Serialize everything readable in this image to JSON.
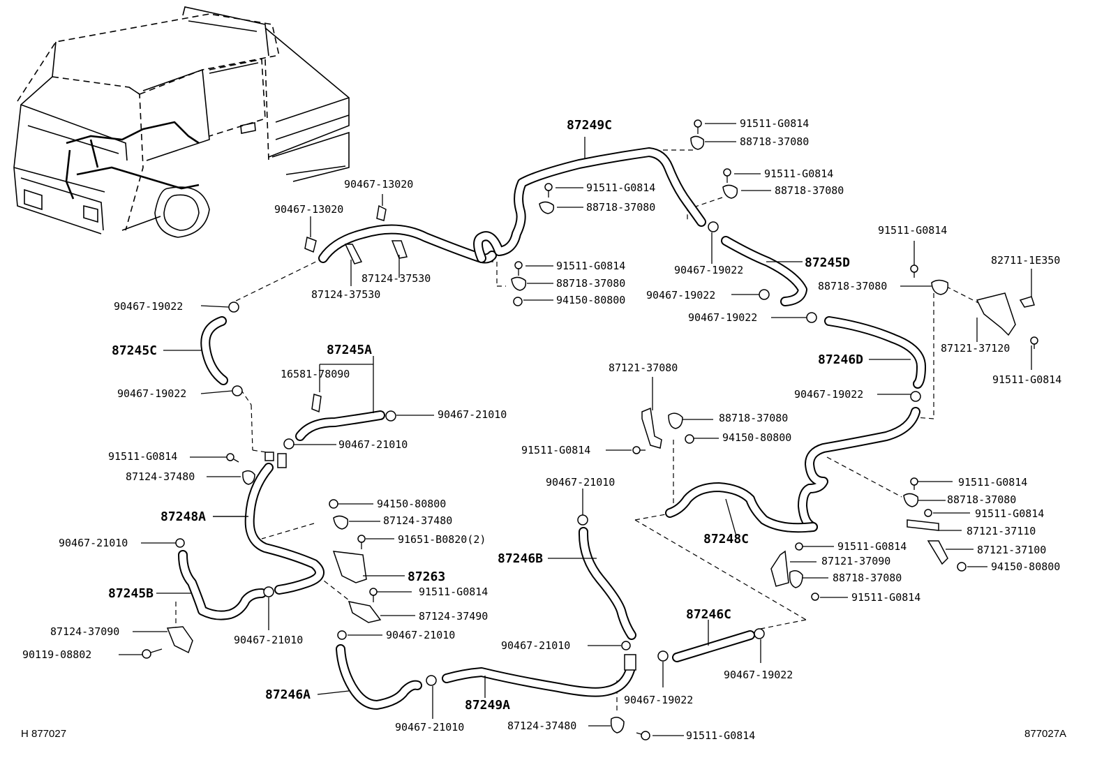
{
  "diagram": {
    "corner_left": "H 877027",
    "corner_right": "877027A",
    "assemblies": {
      "a87249C": "87249C",
      "a87245D": "87245D",
      "a87245C": "87245C",
      "a87245A": "87245A",
      "a87246D": "87246D",
      "a87248A": "87248A",
      "a87263": "87263",
      "a87245B": "87245B",
      "a87246B": "87246B",
      "a87248C": "87248C",
      "a87246C": "87246C",
      "a87246A": "87246A",
      "a87249A": "87249A"
    },
    "parts": {
      "p01": "91511-G0814",
      "p02": "88718-37080",
      "p03": "91511-G0814",
      "p04": "88718-37080",
      "p05": "90467-13020",
      "p06": "90467-13020",
      "p07": "91511-G0814",
      "p08": "88718-37080",
      "p09": "87124-37530",
      "p10": "87124-37530",
      "p11": "91511-G0814",
      "p12": "88718-37080",
      "p13": "94150-80800",
      "p14": "90467-19022",
      "p15": "90467-19022",
      "p16": "90467-19022",
      "p17": "91511-G0814",
      "p18": "82711-1E350",
      "p19": "88718-37080",
      "p20": "90467-19022",
      "p21": "87121-37120",
      "p22": "91511-G0814",
      "p23": "16581-78090",
      "p24": "90467-19022",
      "p25": "90467-21010",
      "p26": "90467-21010",
      "p27": "87121-37080",
      "p28": "90467-19022",
      "p29": "88718-37080",
      "p30": "94150-80800",
      "p31": "91511-G0814",
      "p32": "91511-G0814",
      "p33": "87124-37480",
      "p34": "90467-21010",
      "p35": "94150-80800",
      "p36": "87124-37480",
      "p37": "91651-B0820(2)",
      "p38": "90467-21010",
      "p39": "91511-G0814",
      "p40": "88718-37080",
      "p41": "91511-G0814",
      "p42": "87121-37110",
      "p43": "87121-37100",
      "p44": "94150-80800",
      "p45": "91511-G0814",
      "p46": "87121-37090",
      "p47": "88718-37080",
      "p48": "91511-G0814",
      "p49": "91511-G0814",
      "p50": "87124-37490",
      "p51": "87124-37090",
      "p52": "90119-08802",
      "p53": "90467-21010",
      "p54": "90467-21010",
      "p55": "90467-21010",
      "p56": "90467-19022",
      "p57": "90467-19022",
      "p58": "90467-21010",
      "p59": "87124-37480",
      "p60": "91511-G0814"
    }
  }
}
